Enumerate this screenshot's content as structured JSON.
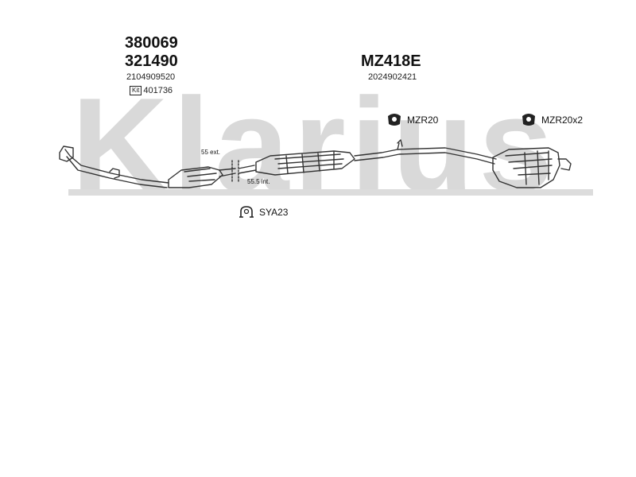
{
  "watermark": {
    "text": "Klarius"
  },
  "parts": {
    "front_pipe": {
      "code1": "380069",
      "code2": "321490",
      "oem": "2104909520",
      "kit_label": "Kit",
      "kit_number": "401736"
    },
    "rear": {
      "code": "MZ418E",
      "oem": "2024902421"
    }
  },
  "fittings": {
    "mount_center": "MZR20",
    "mount_rear": "MZR20x2",
    "clamp": "SYA23"
  },
  "dimensions": {
    "ext": "55 ext.",
    "int": "55.5 int."
  },
  "colors": {
    "line": "#333333",
    "watermark": "#d9d9d9"
  }
}
